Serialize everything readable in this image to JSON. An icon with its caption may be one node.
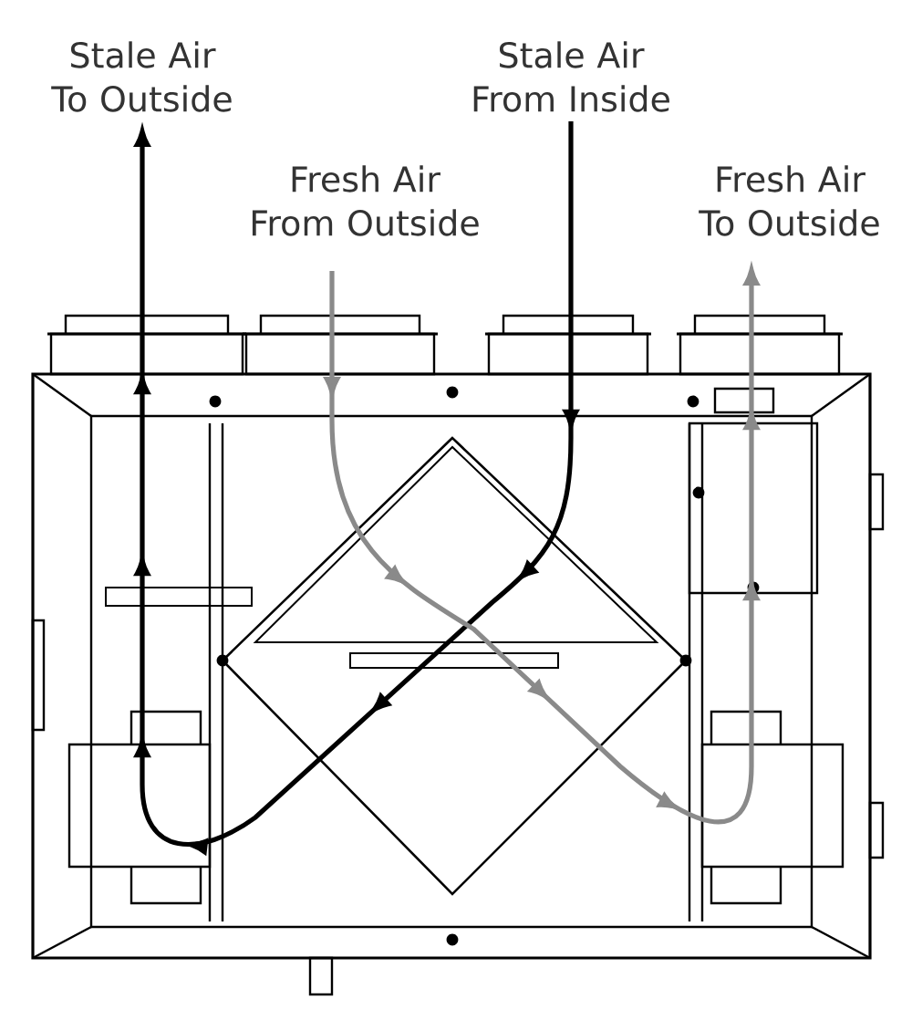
{
  "diagram": {
    "nodes": [
      {
        "text": [
          "Stale Air To Outside"
        ]
      },
      {
        "text": [
          "Stale Air From Inside"
        ]
      },
      {
        "text": [
          "Fresh Air From Outside"
        ]
      },
      {
        "text": [
          "Fresh Air To Outside"
        ]
      }
    ],
    "edges": [
      {
        "from": 1,
        "to": 0,
        "arrow": "to",
        "color": "#000000"
      },
      {
        "from": 2,
        "to": 3,
        "arrow": "to",
        "color": "#8a8a8a"
      }
    ]
  }
}
